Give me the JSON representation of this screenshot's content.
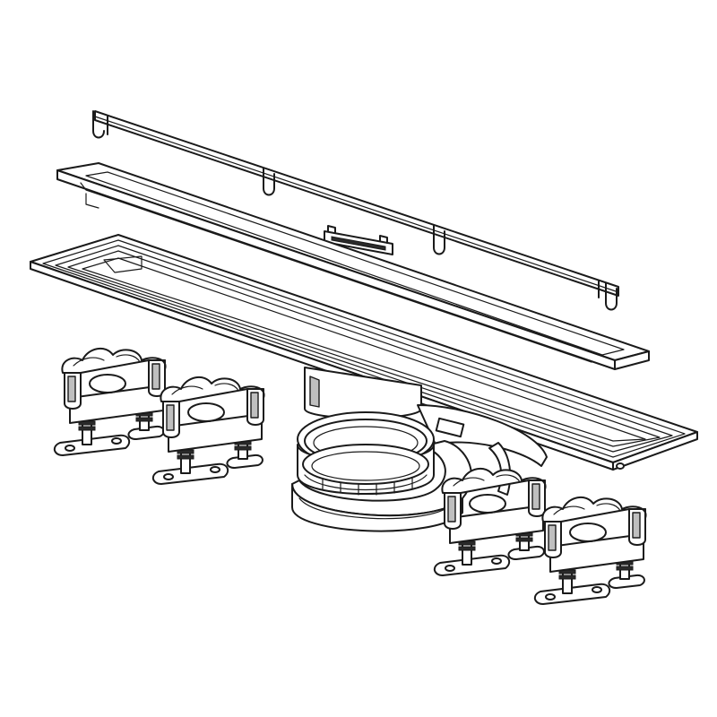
{
  "diagram": {
    "kind": "exploded-assembly-line-drawing",
    "components": [
      {
        "id": "wall-profile-bar",
        "icon": "profile-bar-icon"
      },
      {
        "id": "grate-frame",
        "icon": "frame-icon"
      },
      {
        "id": "spacer-clip",
        "icon": "clip-icon"
      },
      {
        "id": "drain-channel",
        "icon": "channel-icon"
      },
      {
        "id": "outlet-trap",
        "icon": "trap-icon"
      },
      {
        "id": "adjustable-feet",
        "icon": "foot-icon",
        "count": 4
      }
    ],
    "colors": {
      "line": "#1a1a1a",
      "background": "#ffffff",
      "shade": "#bfbfbf"
    }
  }
}
